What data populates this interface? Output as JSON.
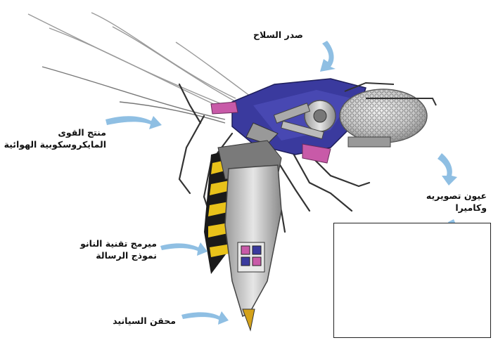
{
  "labels": {
    "thorax": "صدر السلاح",
    "micro_forces_line1": "منتج القوى",
    "micro_forces_line2": "المايكروسكوبية  الهوائية",
    "cameras_line1": "عيون تصويريه",
    "cameras_line2": "وكاميرا",
    "nano_line1": "ميرمج تقنية النانو",
    "nano_line2": "نموذج الرسالة",
    "injector": "محقن السيانيد"
  },
  "colors": {
    "arrow": "#8fbfe3",
    "body_blue": "#3a3a9e",
    "stripe_yellow": "#e8c21a",
    "stripe_black": "#1a1a1a",
    "metal": "#b9b9b9",
    "pink": "#c85aa8"
  }
}
